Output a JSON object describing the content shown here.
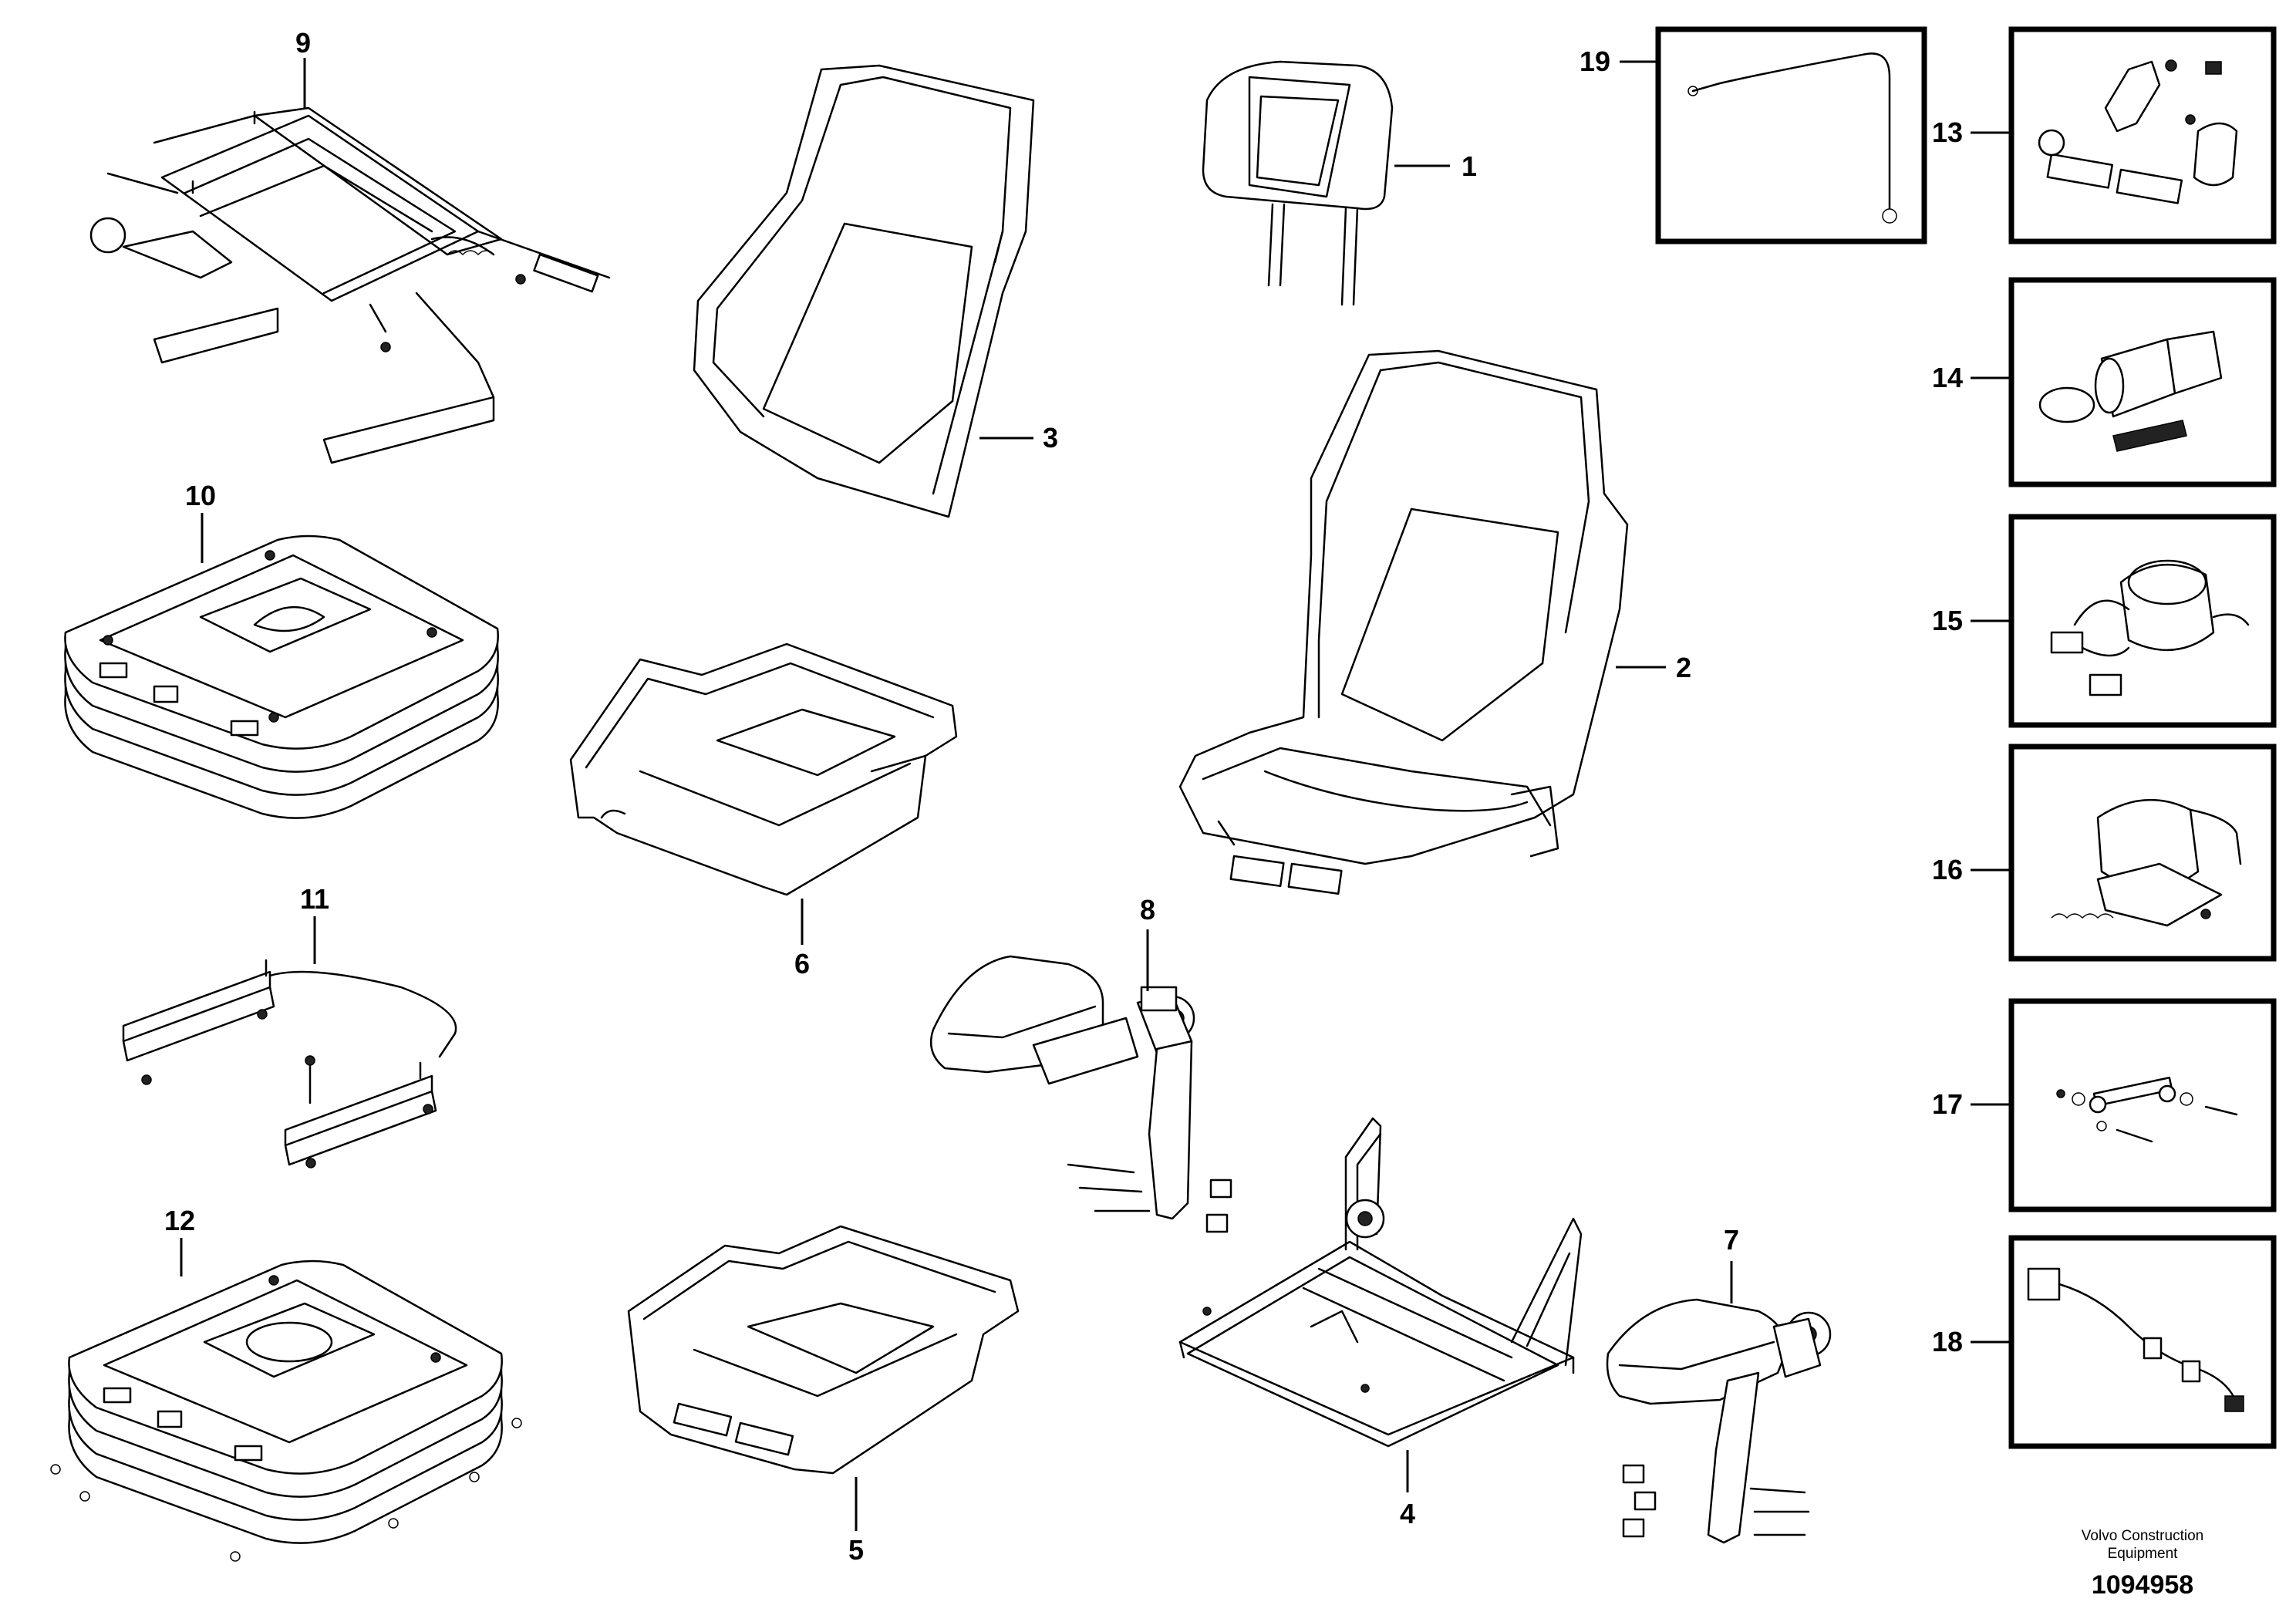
{
  "callouts": [
    {
      "id": "c1",
      "label": "1"
    },
    {
      "id": "c2",
      "label": "2"
    },
    {
      "id": "c3",
      "label": "3"
    },
    {
      "id": "c4",
      "label": "4"
    },
    {
      "id": "c5",
      "label": "5"
    },
    {
      "id": "c6",
      "label": "6"
    },
    {
      "id": "c7",
      "label": "7"
    },
    {
      "id": "c8",
      "label": "8"
    },
    {
      "id": "c9",
      "label": "9"
    },
    {
      "id": "c10",
      "label": "10"
    },
    {
      "id": "c11",
      "label": "11"
    },
    {
      "id": "c12",
      "label": "12"
    },
    {
      "id": "c13",
      "label": "13"
    },
    {
      "id": "c14",
      "label": "14"
    },
    {
      "id": "c15",
      "label": "15"
    },
    {
      "id": "c16",
      "label": "16"
    },
    {
      "id": "c17",
      "label": "17"
    },
    {
      "id": "c18",
      "label": "18"
    },
    {
      "id": "c19",
      "label": "19"
    }
  ],
  "footer": {
    "company_line1": "Volvo Construction",
    "company_line2": "Equipment",
    "doc_number": "1094958"
  }
}
